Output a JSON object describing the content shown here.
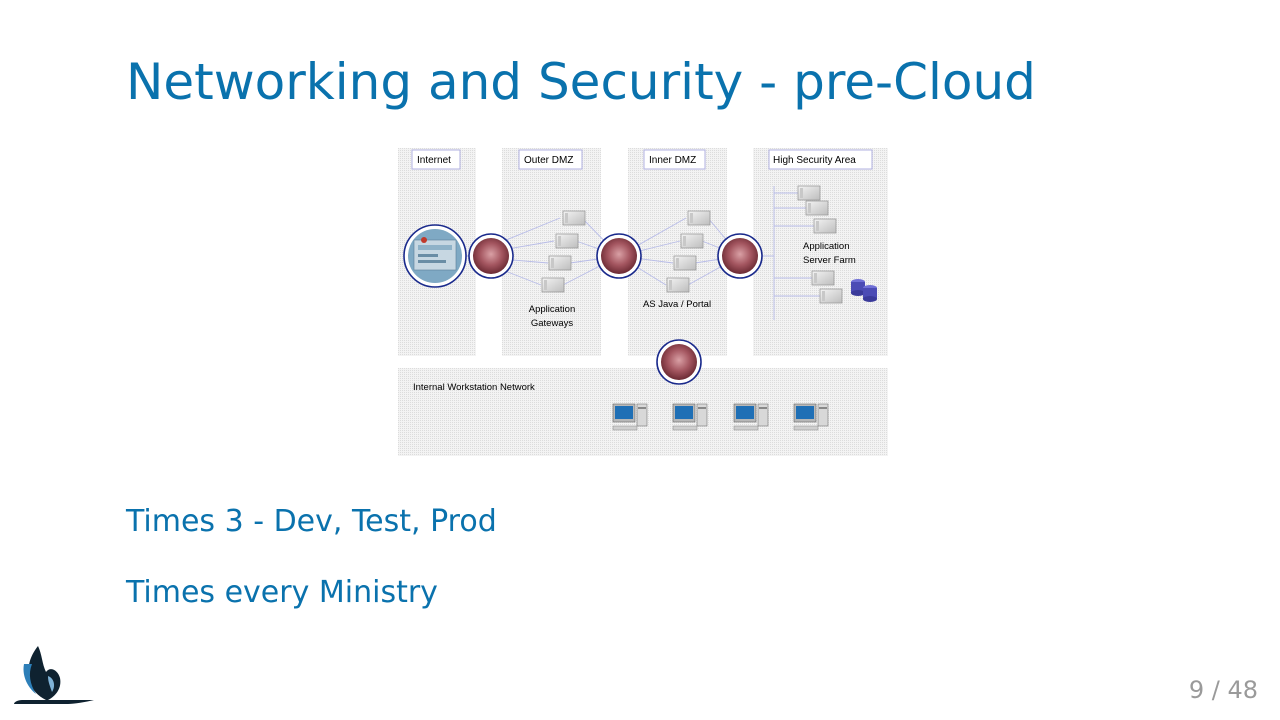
{
  "slide": {
    "title": "Networking and Security - pre-Cloud",
    "bullets": [
      "Times 3 - Dev, Test, Prod",
      "Times every Ministry"
    ],
    "page_current": "9",
    "page_sep": " / ",
    "page_total": "48"
  },
  "diagram": {
    "zones": {
      "internet": "Internet",
      "outer_dmz": "Outer DMZ",
      "inner_dmz": "Inner DMZ",
      "high_security": "High Security Area"
    },
    "labels": {
      "app_gateways_1": "Application",
      "app_gateways_2": "Gateways",
      "as_java": "AS Java / Portal",
      "app_server_farm_1": "Application",
      "app_server_farm_2": "Server Farm",
      "internal_network": "Internal Workstation Network"
    }
  },
  "colors": {
    "accent": "#0a72ad",
    "page_number": "#9a9a9a",
    "firewall": "#8a3a44",
    "firewall_ring": "#1a2a8c"
  }
}
